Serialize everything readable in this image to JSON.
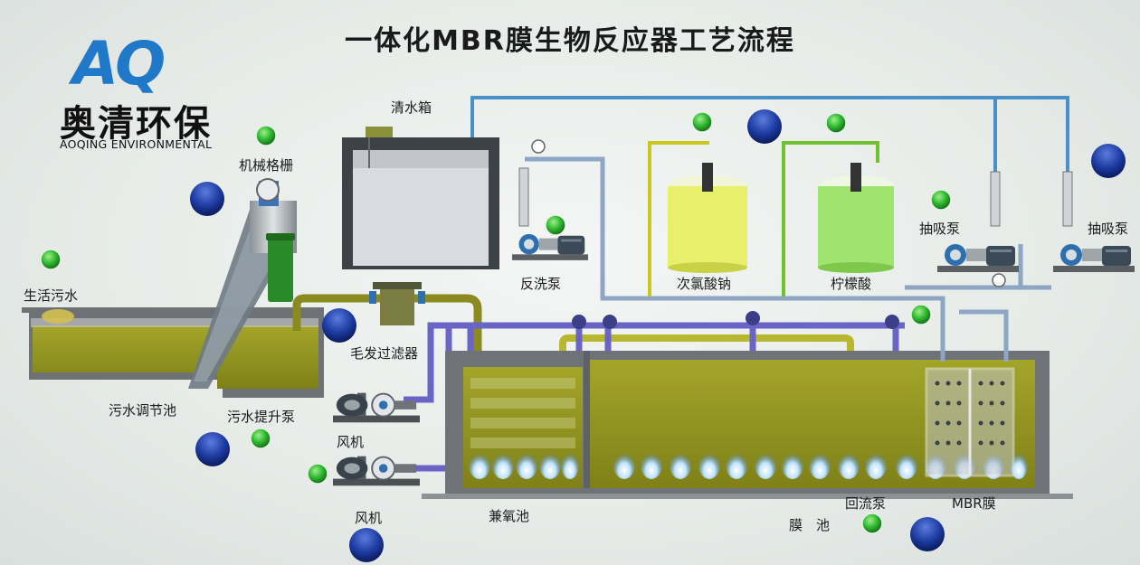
{
  "title": "一体化MBR膜生物反应器工艺流程",
  "logo": {
    "mark": "AQ",
    "name_cn": "奥清环保",
    "name_en": "AOQING ENVIRONMENTAL"
  },
  "labels": {
    "domestic_sewage": "生活污水",
    "bar_screen": "机械格栅",
    "equalization_tank": "污水调节池",
    "lift_pump": "污水提升泵",
    "hair_filter": "毛发过滤器",
    "blower_1": "风机",
    "blower_2": "风机",
    "clean_water_tank": "清水箱",
    "backwash_pump": "反洗泵",
    "sodium_hypochlorite": "次氯酸钠",
    "citric_acid": "柠檬酸",
    "suction_pump_1": "抽吸泵",
    "suction_pump_2": "抽吸泵",
    "anoxic_tank": "兼氧池",
    "membrane_tank": "膜　池",
    "return_pump": "回流泵",
    "mbr_membrane": "MBR膜"
  },
  "colors": {
    "tank_water": "#9a9c28",
    "air_pipe": "#6a64c6",
    "sewage_pipe": "#8a8a20",
    "clean_pipe": "#4a90c8",
    "chem_pipe_1": "#c8c820",
    "chem_pipe_2": "#70c030",
    "indicator_green": "#2fb82f",
    "indicator_blue": "#1c3aa0"
  }
}
